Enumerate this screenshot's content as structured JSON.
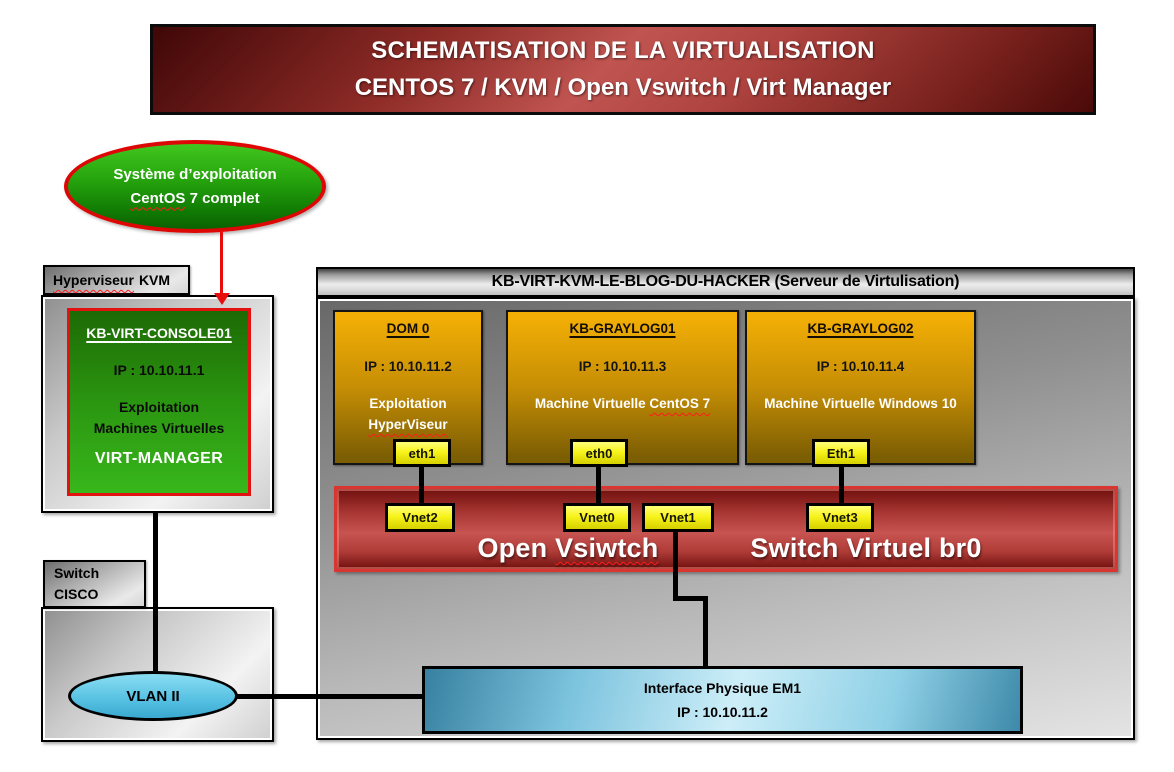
{
  "banner": {
    "line1": "SCHEMATISATION DE LA VIRTUALISATION",
    "line2": "CENTOS 7 / KVM / Open Vswitch / Virt Manager"
  },
  "os_bubble": {
    "line1": "Système d’exploitation",
    "line2_wavy": "CentOS",
    "line2_rest": "7 complet"
  },
  "hypervisor": {
    "label_wavy": "Hyperviseur",
    "label_rest": "KVM",
    "console": {
      "title": "KB-VIRT-CONSOLE01",
      "ip": "IP : 10.10.11.1",
      "role1": "Exploitation",
      "role2": "Machines Virtuelles",
      "app": "VIRT-MANAGER"
    }
  },
  "server": {
    "title": "KB-VIRT-KVM-LE-BLOG-DU-HACKER (Serveur de Virtulisation)",
    "vms": [
      {
        "name": "DOM 0",
        "ip": "IP : 10.10.11.2",
        "desc1": "Exploitation",
        "desc2": "HyperViseur",
        "nic": "eth1"
      },
      {
        "name": "KB-GRAYLOG01",
        "ip": "IP : 10.10.11.3",
        "desc1": "Machine Virtuelle",
        "desc2": "CentOS 7",
        "nic": "eth0"
      },
      {
        "name": "KB-GRAYLOG02",
        "ip": "IP : 10.10.11.4",
        "desc1": "Machine Virtuelle Windows 10",
        "nic": "Eth1"
      }
    ],
    "vswitch": {
      "label1_prefix": "Open",
      "label1_wavy": "Vsiwtch",
      "label2": "Switch Virtuel br0",
      "ports": [
        "Vnet2",
        "Vnet0",
        "Vnet1",
        "Vnet3"
      ]
    },
    "physical_interface": {
      "line1": "Interface Physique EM1",
      "line2": "IP : 10.10.11.2"
    }
  },
  "cisco_switch": {
    "label_line1": "Switch",
    "label_line2": "CISCO",
    "vlan": "VLAN II"
  },
  "colors": {
    "banner_red": "#a33835",
    "console_green": "#2a9410",
    "ellipse_green": "#27a60e",
    "vm_gold": "#c68e05",
    "port_yellow": "#f3ef26",
    "vswitch_red": "#c0504d",
    "interface_cyan": "#9fd9ec",
    "vlan_cyan": "#55c0e2",
    "border_red": "#e01010",
    "silver": "#c9c9c9"
  }
}
